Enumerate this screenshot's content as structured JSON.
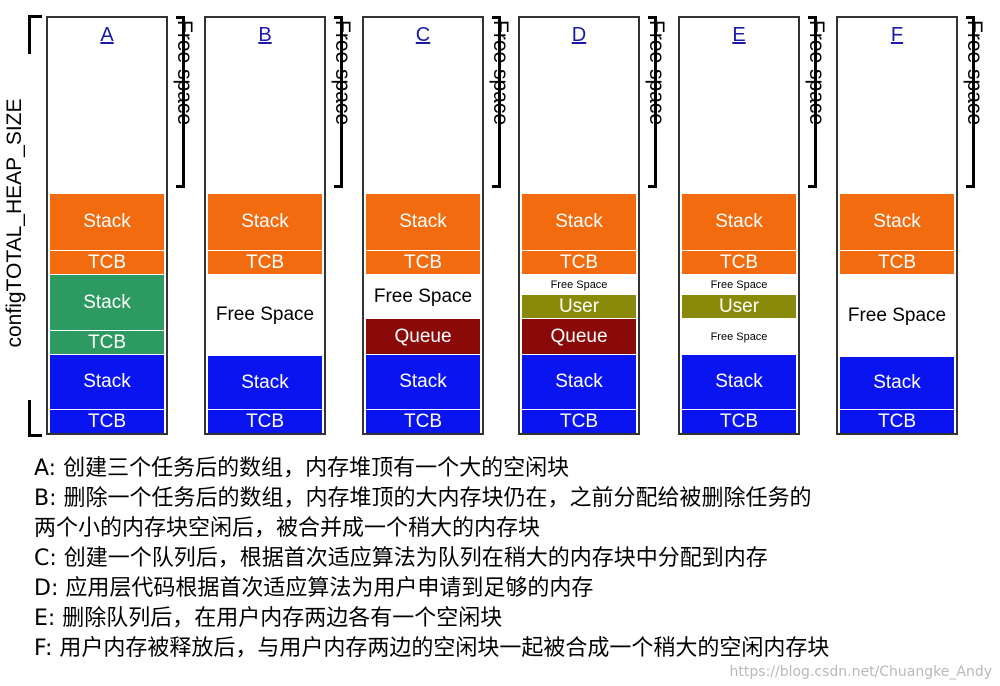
{
  "side_label": "configTOTAL_HEAP_SIZE",
  "free_space_label": "Free space",
  "colors": {
    "stack": "#f26b0f",
    "tcb": "#f26b0f",
    "stack_green": "#2d9a62",
    "stack_blue": "#0a14f0",
    "queue": "#8a0a0a",
    "user": "#8a8a0a",
    "free": "#ffffff"
  },
  "columns": [
    {
      "title": "A",
      "blocks": [
        {
          "label": "Stack",
          "kind": "orange"
        },
        {
          "label": "TCB",
          "kind": "orange"
        },
        {
          "label": "Stack",
          "kind": "green"
        },
        {
          "label": "TCB",
          "kind": "green"
        },
        {
          "label": "Stack",
          "kind": "blue"
        },
        {
          "label": "TCB",
          "kind": "blue"
        }
      ]
    },
    {
      "title": "B",
      "blocks": [
        {
          "label": "Stack",
          "kind": "orange"
        },
        {
          "label": "TCB",
          "kind": "orange"
        },
        {
          "label": "Free Space",
          "kind": "free"
        },
        {
          "label": "Stack",
          "kind": "blue"
        },
        {
          "label": "TCB",
          "kind": "blue"
        }
      ]
    },
    {
      "title": "C",
      "blocks": [
        {
          "label": "Stack",
          "kind": "orange"
        },
        {
          "label": "TCB",
          "kind": "orange"
        },
        {
          "label": "Free Space",
          "kind": "free"
        },
        {
          "label": "Queue",
          "kind": "queue"
        },
        {
          "label": "Stack",
          "kind": "blue"
        },
        {
          "label": "TCB",
          "kind": "blue"
        }
      ]
    },
    {
      "title": "D",
      "blocks": [
        {
          "label": "Stack",
          "kind": "orange"
        },
        {
          "label": "TCB",
          "kind": "orange"
        },
        {
          "label": "Free Space",
          "kind": "free-small"
        },
        {
          "label": "User",
          "kind": "user"
        },
        {
          "label": "Queue",
          "kind": "queue"
        },
        {
          "label": "Stack",
          "kind": "blue"
        },
        {
          "label": "TCB",
          "kind": "blue"
        }
      ]
    },
    {
      "title": "E",
      "blocks": [
        {
          "label": "Stack",
          "kind": "orange"
        },
        {
          "label": "TCB",
          "kind": "orange"
        },
        {
          "label": "Free Space",
          "kind": "free-small"
        },
        {
          "label": "User",
          "kind": "user"
        },
        {
          "label": "Free Space",
          "kind": "free-small"
        },
        {
          "label": "Stack",
          "kind": "blue"
        },
        {
          "label": "TCB",
          "kind": "blue"
        }
      ]
    },
    {
      "title": "F",
      "blocks": [
        {
          "label": "Stack",
          "kind": "orange"
        },
        {
          "label": "TCB",
          "kind": "orange"
        },
        {
          "label": "Free Space",
          "kind": "free"
        },
        {
          "label": "Stack",
          "kind": "blue"
        },
        {
          "label": "TCB",
          "kind": "blue"
        }
      ]
    }
  ],
  "captions": [
    "A: 创建三个任务后的数组，内存堆顶有一个大的空闲块",
    "B: 删除一个任务后的数组，内存堆顶的大内存块仍在，之前分配给被删除任务的",
    "两个小的内存块空闲后，被合并成一个稍大的内存块",
    "C: 创建一个队列后，根据首次适应算法为队列在稍大的内存块中分配到内存",
    "D: 应用层代码根据首次适应算法为用户申请到足够的内存",
    "E: 删除队列后，在用户内存两边各有一个空闲块",
    "F: 用户内存被释放后，与用户内存两边的空闲块一起被合成一个稍大的空闲内存块"
  ],
  "watermark": "https://blog.csdn.net/Chuangke_Andy"
}
